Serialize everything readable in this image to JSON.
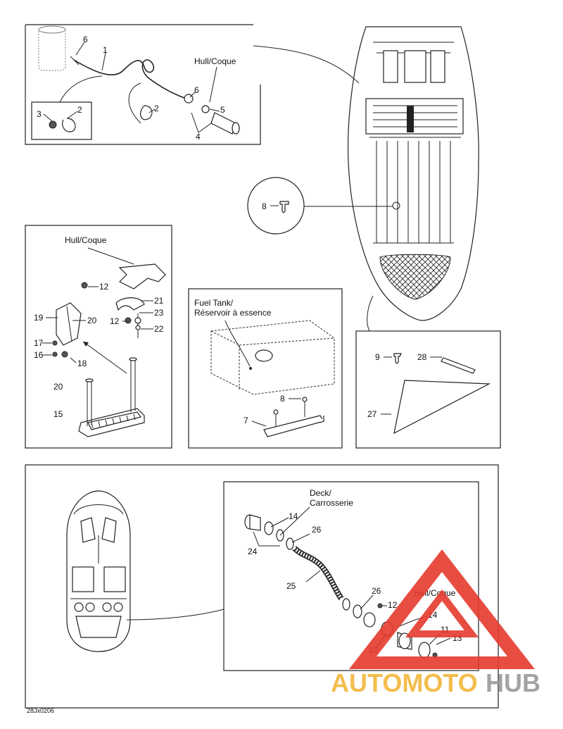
{
  "diagram": {
    "top_panel": {
      "labels": [
        "6",
        "1",
        "Hull/Coque",
        "6",
        "5",
        "4",
        "2",
        "3",
        "2"
      ]
    },
    "inspect_circle": {
      "labels": [
        "8"
      ]
    },
    "left_panel": {
      "labels": [
        "Hull/Coque",
        "12",
        "21",
        "23",
        "12",
        "22",
        "19",
        "20",
        "17",
        "16",
        "18",
        "20",
        "15"
      ]
    },
    "fuel_panel": {
      "title_line1": "Fuel Tank/",
      "title_line2": "Réservoir à essence",
      "labels": [
        "8",
        "7"
      ]
    },
    "right_panel": {
      "labels": [
        "9",
        "28",
        "27"
      ]
    },
    "bottom_panel": {
      "deck_line1": "Deck/",
      "deck_line2": "Carrosserie",
      "hull_label": "Hull/Coque",
      "labels": [
        "14",
        "26",
        "24",
        "25",
        "26",
        "12",
        "14",
        "10",
        "11",
        "13"
      ]
    },
    "part_code": "28Jx0206"
  },
  "watermark": {
    "text_auto_moto": "AUTOMOTO",
    "text_hub": "HUB",
    "color_primary": "#e63a2e",
    "color_secondary": "#f2b63a",
    "color_hub": "#9a9a9a"
  }
}
